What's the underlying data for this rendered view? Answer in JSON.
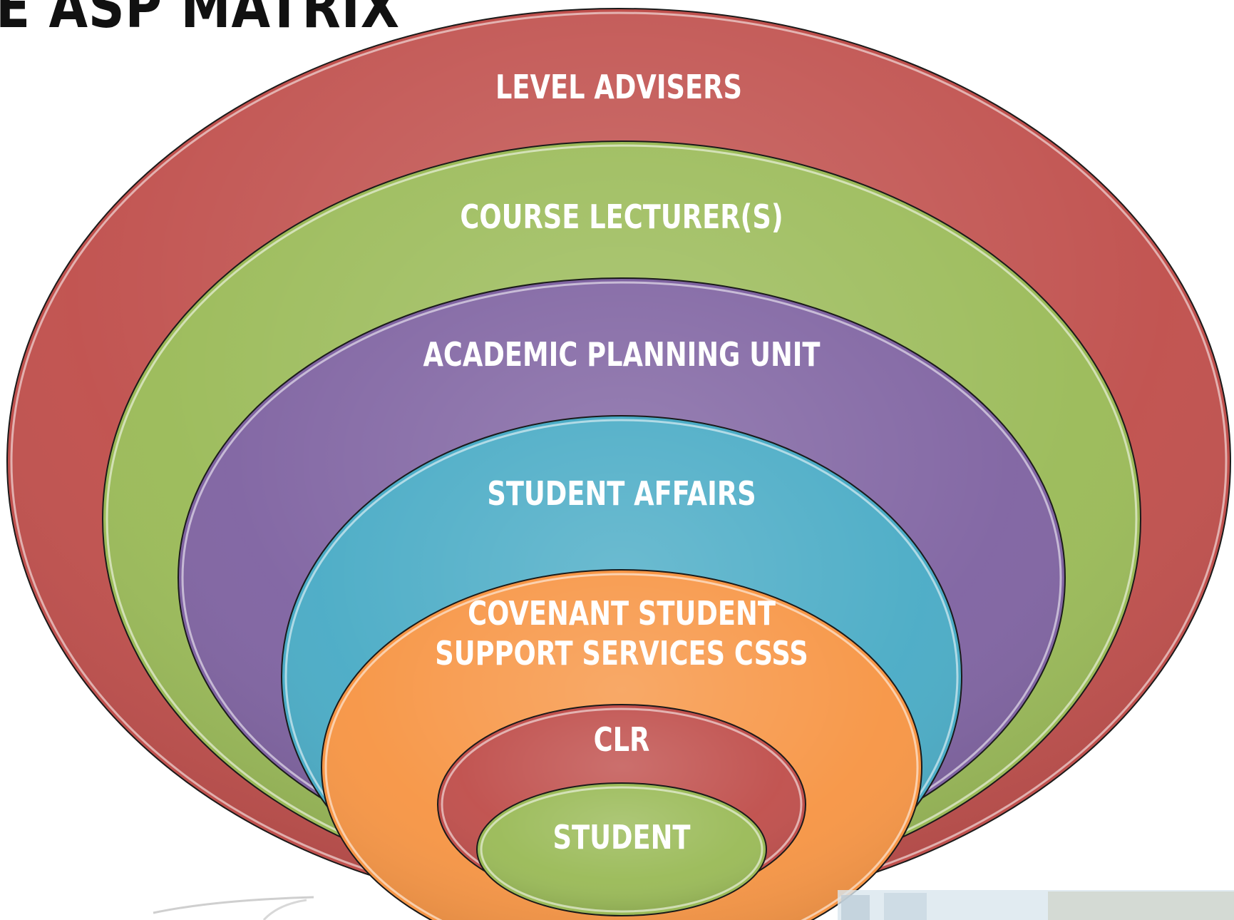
{
  "title": "E ASP MATRIX",
  "colors": {
    "red": "#C0504D",
    "green": "#9BBB59",
    "purple": "#8064A2",
    "teal": "#4BACC6",
    "orange": "#F79646",
    "text": "#FFFFFF",
    "title": "#111111"
  },
  "layers": [
    {
      "label_lines": [
        "LEVEL ADVISERS"
      ],
      "color": "red"
    },
    {
      "label_lines": [
        "COURSE LECTURER(S)"
      ],
      "color": "green"
    },
    {
      "label_lines": [
        "ACADEMIC PLANNING UNIT"
      ],
      "color": "purple"
    },
    {
      "label_lines": [
        "STUDENT AFFAIRS"
      ],
      "color": "teal"
    },
    {
      "label_lines": [
        "COVENANT STUDENT",
        "SUPPORT SERVICES CSSS"
      ],
      "color": "orange"
    },
    {
      "label_lines": [
        "CLR"
      ],
      "color": "red"
    },
    {
      "label_lines": [
        "STUDENT"
      ],
      "color": "green"
    }
  ]
}
